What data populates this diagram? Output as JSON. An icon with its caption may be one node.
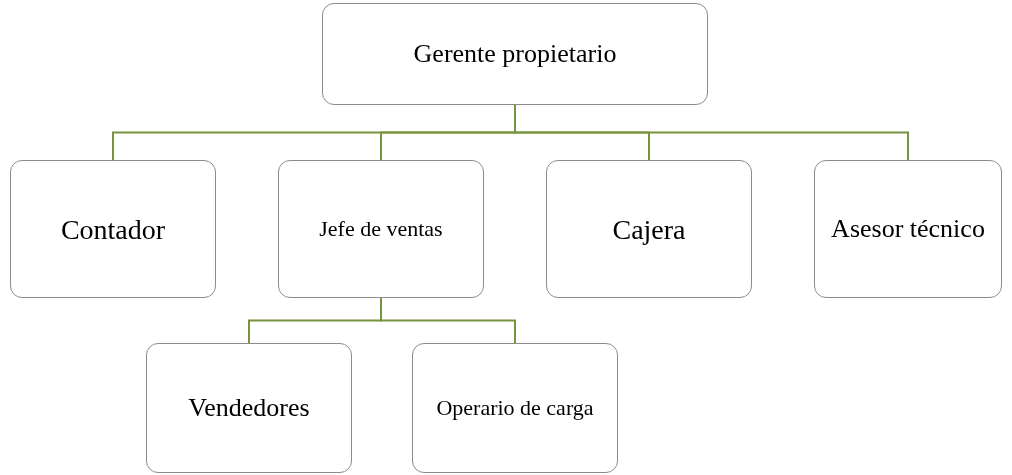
{
  "diagram": {
    "nodes": [
      {
        "text": [
          "Gerente propietario"
        ]
      },
      {
        "text": [
          "Contador"
        ]
      },
      {
        "text": [
          "Jefe de ventas"
        ]
      },
      {
        "text": [
          "Cajera"
        ]
      },
      {
        "text": [
          "Asesor técnico"
        ]
      },
      {
        "text": [
          "Vendedores"
        ]
      },
      {
        "text": [
          "Operario de carga"
        ]
      }
    ],
    "edges": [
      {
        "from": 0,
        "to": 1,
        "arrow": "none"
      },
      {
        "from": 0,
        "to": 2,
        "arrow": "none"
      },
      {
        "from": 0,
        "to": 3,
        "arrow": "none"
      },
      {
        "from": 0,
        "to": 4,
        "arrow": "none"
      },
      {
        "from": 2,
        "to": 5,
        "arrow": "none"
      },
      {
        "from": 2,
        "to": 6,
        "arrow": "none"
      }
    ]
  }
}
